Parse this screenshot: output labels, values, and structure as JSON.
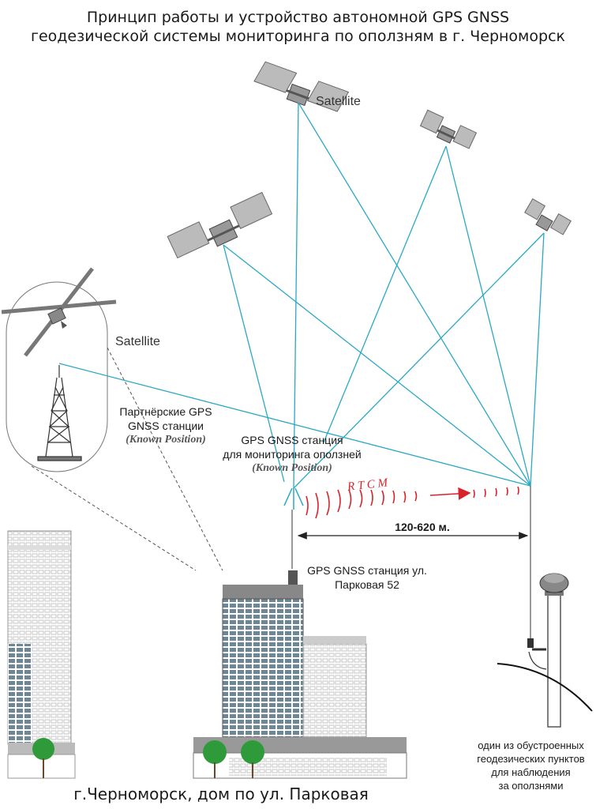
{
  "title": {
    "line1": "Принцип работы и устройство автономной GPS GNSS",
    "line2": "геодезической системы мониторинга по оползням в г. Черноморск"
  },
  "satellite_label_top": "Satellite",
  "satellite_label_inset": "Satellite",
  "partner_stations": {
    "line1": "Партнёрские GPS",
    "line2": "GNSS станции",
    "known": "(Known Position)"
  },
  "monitoring_station": {
    "line1": "GPS GNSS станция",
    "line2": "для мониторинга оползней",
    "known": "(Known Position)"
  },
  "rtcm_label": "R T C M",
  "distance_label": "120-620 м.",
  "building_station": {
    "line1": "GPS GNSS станция ул.",
    "line2": "Парковая 52"
  },
  "survey_point": {
    "line1": "один из обустроенных",
    "line2": "геодезических пунктов",
    "line3": "для наблюдения",
    "line4": "за оползнями"
  },
  "caption": "г.Черноморск, дом по ул. Парковая",
  "colors": {
    "signal_lines": "#2aa8c4",
    "rtcm_waves": "#d8232a",
    "building_glass": "#5d7a8a",
    "tree_green": "#2f9a3a"
  }
}
